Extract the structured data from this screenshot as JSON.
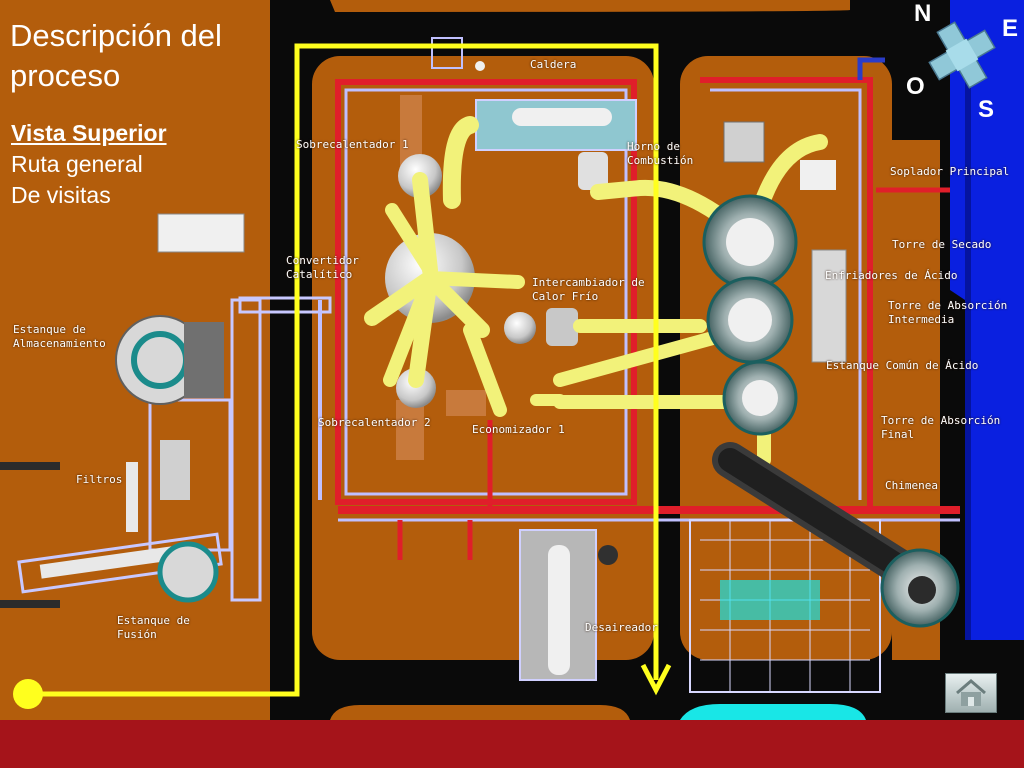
{
  "title": "Descripción del proceso",
  "subtitle": {
    "heading": "Vista Superior",
    "line1": "Ruta general",
    "line2": "De visitas"
  },
  "compass": {
    "north": "N",
    "east": "E",
    "west": "O",
    "south": "S"
  },
  "labels": {
    "caldera": "Caldera",
    "sobrecalentador1": "Sobrecalentador 1",
    "horno": "Horno de\nCombustión",
    "soplador": "Soplador Principal",
    "torre_secado": "Torre de Secado",
    "convertidor": "Convertidor\nCatalítico",
    "enfriadores": "Enfriadores de Ácido",
    "intercambiador": "Intercambiador de\nCalor Frío",
    "torre_intermedia": "Torre de Absorción\nIntermedia",
    "estanque_almacenamiento": "Estanque de\nAlmacenamiento",
    "estanque_comun": "Estanque Común de Ácido",
    "sobrecalentador2": "Sobrecalentador 2",
    "economizador": "Economizador 1",
    "torre_final": "Torre de Absorción\nFinal",
    "filtros": "Filtros",
    "chimenea": "Chimenea",
    "estanque_fusion": "Estanque de\nFusión",
    "desaireador": "Desaireador"
  },
  "colors": {
    "ground": "#b35d0c",
    "road": "#0a0a0a",
    "water": "#0a20e0",
    "route": "#ffff1e",
    "pipe_red": "#e01e2a",
    "equipment": "#e8e8e0",
    "pipe_yellow": "#f2f27a",
    "bottom_bar": "#a5141a",
    "cyan": "#19e6e6"
  },
  "home_icon": "home-icon"
}
